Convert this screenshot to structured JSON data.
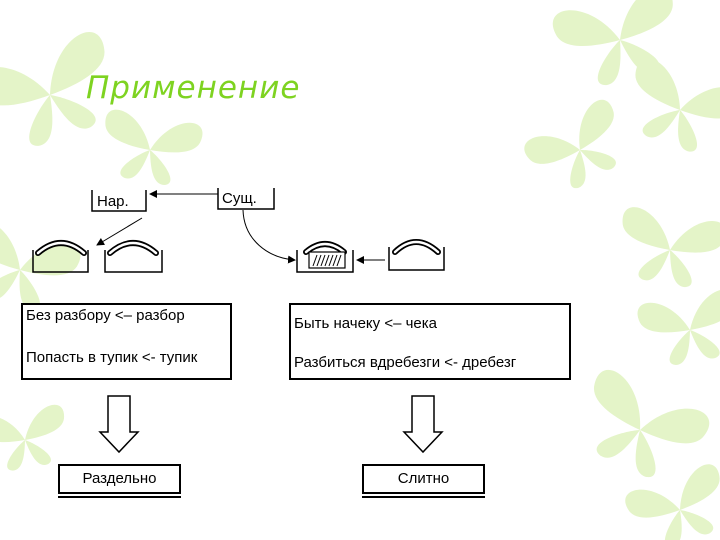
{
  "slide": {
    "title": "Применение",
    "accent_color": "#7ed321"
  },
  "tags": {
    "adverb": "Нар.",
    "noun": "Сущ."
  },
  "left_group": {
    "examples": [
      "Без разбору <– разбор",
      "Попасть в тупик <- тупик"
    ],
    "result": "Раздельно"
  },
  "right_group": {
    "examples": [
      "Быть начеку <– чека",
      "Разбиться вдребезги <- дребезг"
    ],
    "result": "Слитно"
  },
  "icons": [
    "butterfly-icon",
    "prefix-arc-icon",
    "down-arrow-icon"
  ]
}
